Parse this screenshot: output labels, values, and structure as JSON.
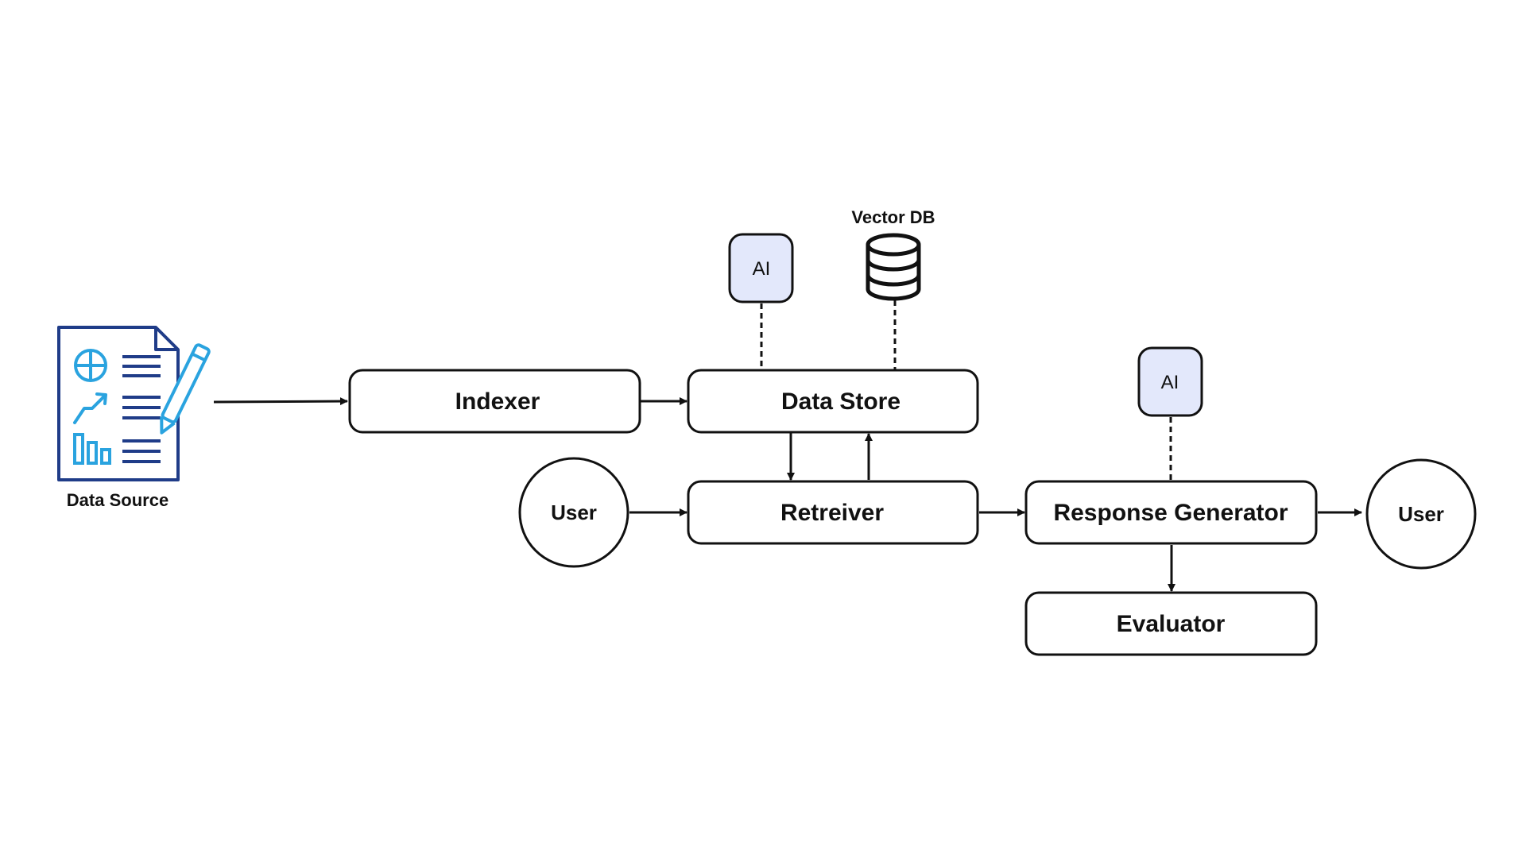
{
  "diagram": {
    "data_source": {
      "label": "Data Source",
      "icon": "document-report-icon"
    },
    "nodes": {
      "indexer": "Indexer",
      "data_store": "Data Store",
      "retriever": "Retreiver",
      "response_generator": "Response Generator",
      "evaluator": "Evaluator"
    },
    "users": {
      "input": "User",
      "output": "User"
    },
    "ai_badges": {
      "data_store_ai": "AI",
      "generator_ai": "AI"
    },
    "vector_db": {
      "label": "Vector DB",
      "icon": "database-icon"
    },
    "colors": {
      "stroke": "#111111",
      "ai_fill": "#e3e8fb",
      "doc_dark_blue": "#1f3c88",
      "doc_light_blue": "#2aa3df"
    }
  }
}
